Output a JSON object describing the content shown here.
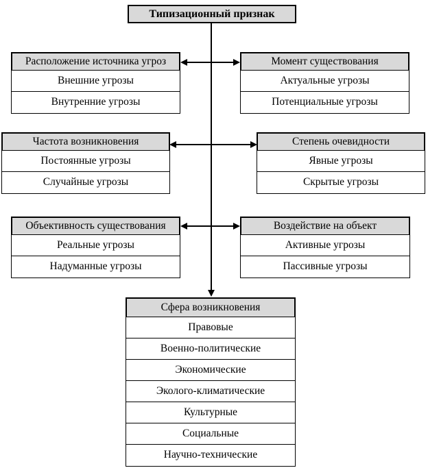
{
  "diagram": {
    "root_box": {
      "label": "Типизационный признак"
    },
    "groups": {
      "source_location": {
        "title": "Расположение источника угроз",
        "items": [
          "Внешние угрозы",
          "Внутренние угрозы"
        ]
      },
      "existence_moment": {
        "title": "Момент существования",
        "items": [
          "Актуальные угрозы",
          "Потенциальные угрозы"
        ]
      },
      "occurrence_frequency": {
        "title": "Частота возникновения",
        "items": [
          "Постоянные угрозы",
          "Случайные угрозы"
        ]
      },
      "obviousness_degree": {
        "title": "Степень очевидности",
        "items": [
          "Явные угрозы",
          "Скрытые угрозы"
        ]
      },
      "existence_objectivity": {
        "title": "Объективность существования",
        "items": [
          "Реальные угрозы",
          "Надуманные угрозы"
        ]
      },
      "object_impact": {
        "title": "Воздействие на объект",
        "items": [
          "Активные угрозы",
          "Пассивные угрозы"
        ]
      },
      "occurrence_sphere": {
        "title": "Сфера возникновения",
        "items": [
          "Правовые",
          "Военно-политические",
          "Экономические",
          "Эколого-климатические",
          "Культурные",
          "Социальные",
          "Научно-технические"
        ]
      }
    },
    "colors": {
      "header_fill": "#d9d9d9",
      "border": "#000000",
      "background": "#ffffff",
      "text": "#000000"
    }
  }
}
